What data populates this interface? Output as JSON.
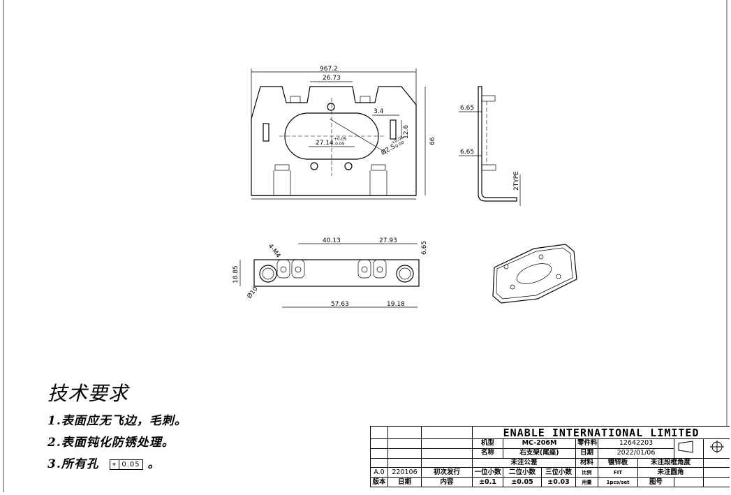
{
  "drawing": {
    "dimensions": {
      "overall_width": "967.2",
      "tab_spacing": "26.73",
      "height": "66",
      "slot_width": "3.4",
      "slot_height": "12.6",
      "oval_length": "27.14",
      "oval_tol_upper": "+0.05",
      "oval_tol_lower": "-0.05",
      "hole_dia": "Ø2.5",
      "hole_tol_upper": "+0.05",
      "hole_tol_lower": "-0.00",
      "side_offset_top": "6.65",
      "side_offset_bottom": "6.65",
      "side_note": "2TYPE",
      "bottom_span_a": "40.13",
      "bottom_span_b": "27.93",
      "bottom_offset": "6.65",
      "bottom_height": "18.85",
      "thread_note": "4-M4",
      "large_hole": "Ø10",
      "bottom_width": "57.63",
      "bottom_edge": "19.18"
    }
  },
  "notes": {
    "title": "技术要求",
    "item1": "1.表面应无飞边，毛刺。",
    "item2": "2.表面钝化防锈处理。",
    "item3": "3.所有孔",
    "fcf_symbol": "⌖",
    "fcf_value": "0.05",
    "item3_end": "。"
  },
  "title_block": {
    "company": "ENABLE INTERNATIONAL LIMITED",
    "model_label": "机型",
    "model_value": "MC-206M",
    "part_no_label": "零件料号",
    "part_no_value": "12642203",
    "name_label": "名称",
    "name_value": "右支架(尾座)",
    "date_label": "日期",
    "date_value": "2022/01/06",
    "tolerance_label": "未注公差",
    "material_label": "材料",
    "material_value": "镀锌板",
    "unmarked_angle": "未注段框角度",
    "unmarked_fillet": "未注圆角",
    "tol_1_label": "一位小数",
    "tol_2_label": "二位小数",
    "tol_3_label": "三位小数",
    "tol_1_value": "±0.1",
    "tol_2_value": "±0.05",
    "tol_3_value": "±0.03",
    "scale_label": "比例",
    "scale_value": "FIT",
    "usage_label": "用量",
    "usage_value": "1pcs/set",
    "drawing_no_label": "图号",
    "rev_value": "A.0",
    "rev_date_value": "220106",
    "rev_content_value": "初次发行",
    "rev_label": "版本",
    "rev_date_label": "日期",
    "rev_content_label": "内容"
  }
}
